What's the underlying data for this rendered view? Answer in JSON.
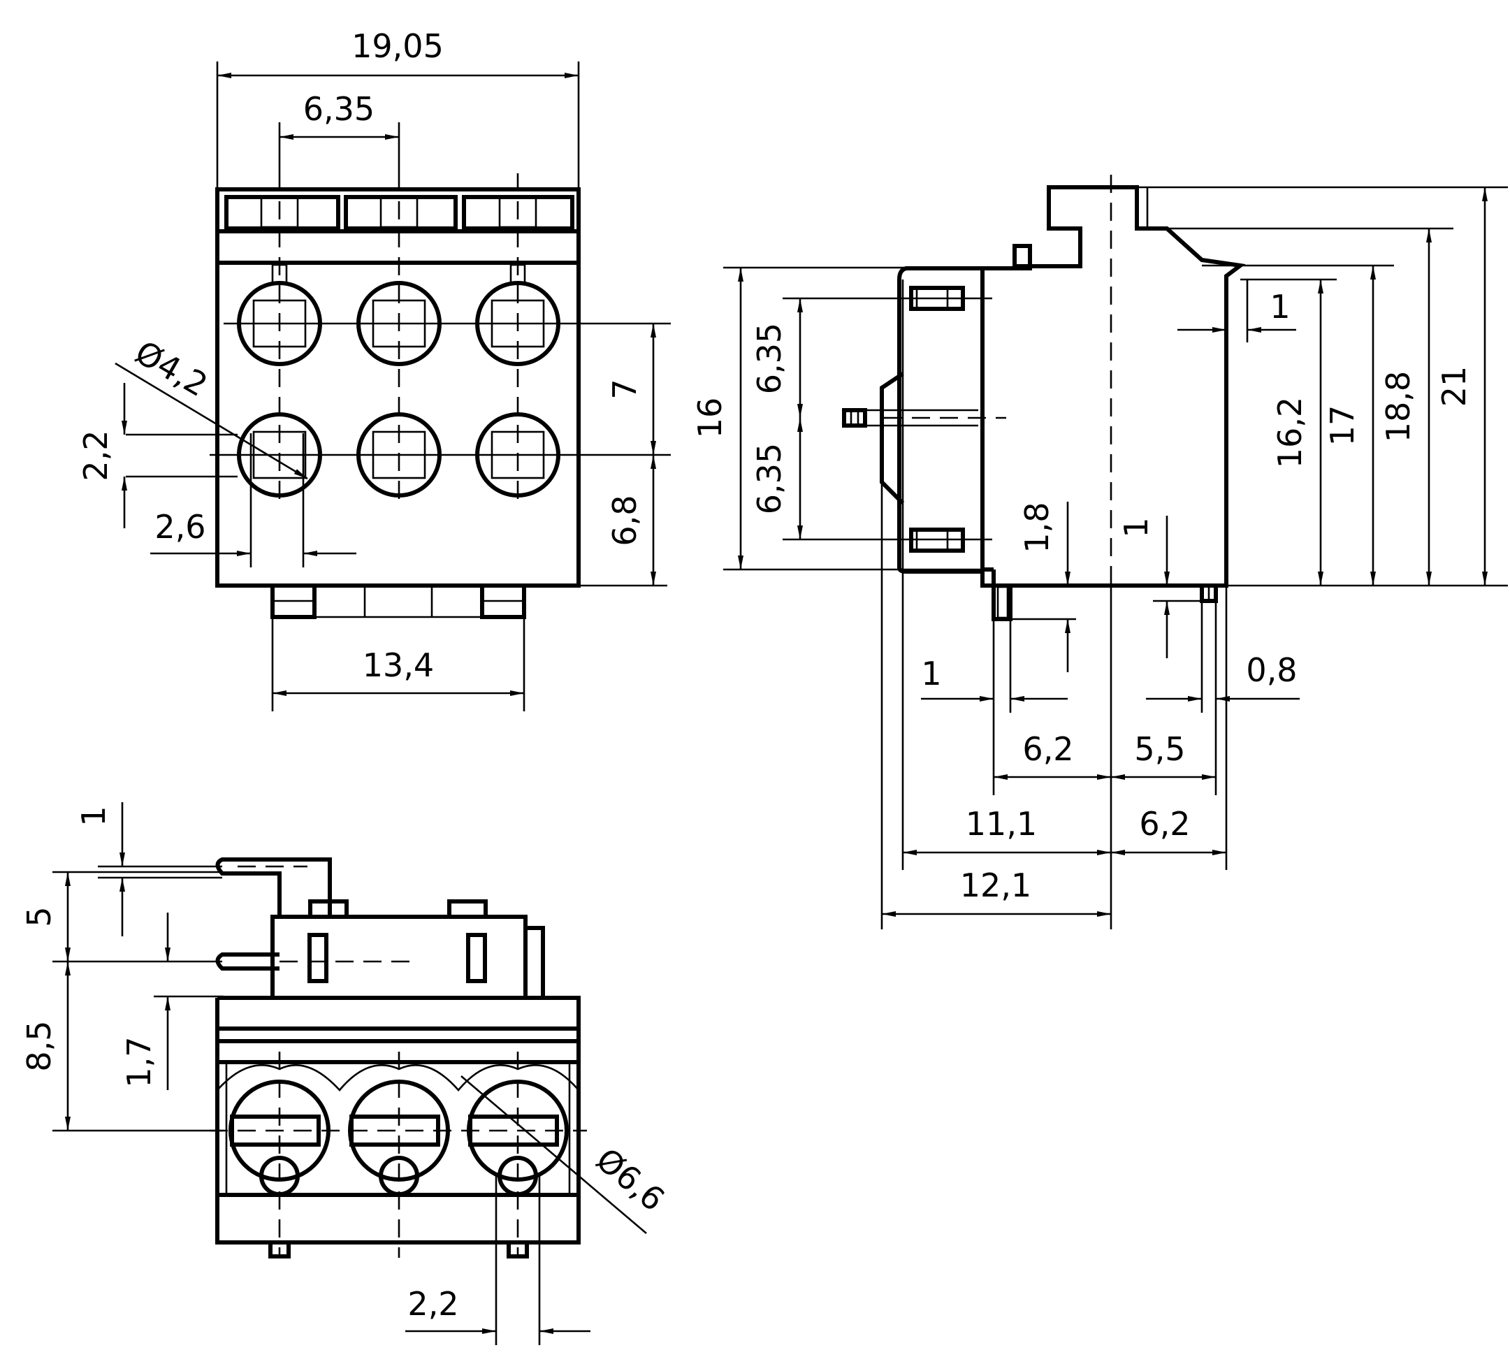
{
  "colors": {
    "background": "#ffffff",
    "line": "#000000"
  },
  "front_view": {
    "overall_width": "19,05",
    "pitch": "6,35",
    "hole_diameter": "Ø4,2",
    "hole_size_v": "2,2",
    "hole_size_h": "2,6",
    "row_spacing": "7",
    "row_to_bottom": "6,8",
    "base_width": "13,4"
  },
  "side_view": {
    "body_height": "16",
    "upper_pitch": "6,35",
    "lower_pitch": "6,35",
    "latch_offset": "1",
    "height_16_2": "16,2",
    "height_17": "17",
    "height_18_8": "18,8",
    "height_21": "21",
    "pin_height": "1,8",
    "foot_height": "1",
    "pin_left_width": "1",
    "pin_right_width": "0,8",
    "width_6_2_lower": "6,2",
    "width_5_5": "5,5",
    "width_11_1": "11,1",
    "width_6_2": "6,2",
    "width_12_1": "12,1"
  },
  "top_view": {
    "pin_offset": "1",
    "pin_spacing": "5",
    "body_height": "8,5",
    "pin_gap": "1,7",
    "screw_diameter": "Ø6,6",
    "bottom_spacing": "2,2"
  }
}
